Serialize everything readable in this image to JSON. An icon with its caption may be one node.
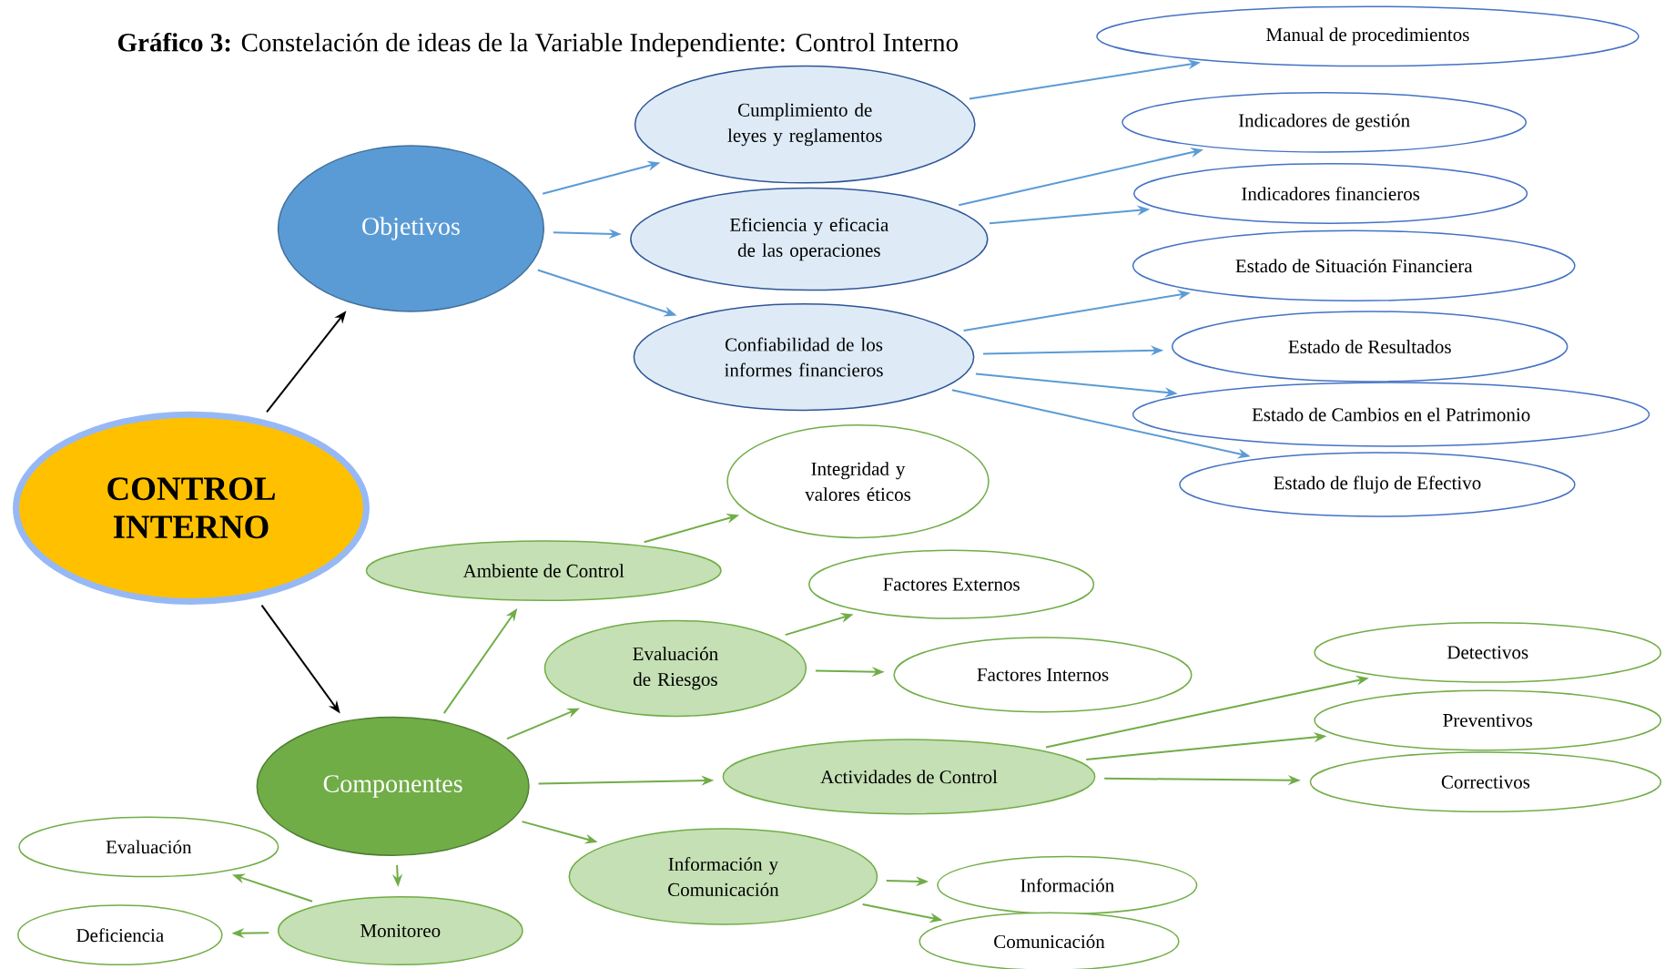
{
  "diagram": {
    "title": "**Gráfico 3:** Constelación de ideas de la Variable Independiente: Control Interno",
    "nodes": [
      {
        "text": [
          "CONTROL INTERNO"
        ]
      },
      {
        "text": [
          "Objetivos"
        ]
      },
      {
        "text": [
          "Cumplimiento de leyes y reglamentos"
        ]
      },
      {
        "text": [
          "Eficiencia y eficacia de las operaciones"
        ]
      },
      {
        "text": [
          "Confiabilidad de los informes financieros"
        ]
      },
      {
        "text": [
          "Manual de procedimientos"
        ]
      },
      {
        "text": [
          "Indicadores de gestión"
        ]
      },
      {
        "text": [
          "Indicadores financieros"
        ]
      },
      {
        "text": [
          "Estado de Situación Financiera"
        ]
      },
      {
        "text": [
          "Estado de Resultados"
        ]
      },
      {
        "text": [
          "Estado de Cambios en el Patrimonio"
        ]
      },
      {
        "text": [
          "Estado de flujo de Efectivo"
        ]
      },
      {
        "text": [
          "Componentes"
        ]
      },
      {
        "text": [
          "Ambiente de Control"
        ]
      },
      {
        "text": [
          "Integridad y valores éticos"
        ]
      },
      {
        "text": [
          "Evaluación de Riesgos"
        ]
      },
      {
        "text": [
          "Factores Externos"
        ]
      },
      {
        "text": [
          "Factores Internos"
        ]
      },
      {
        "text": [
          "Actividades de Control"
        ]
      },
      {
        "text": [
          "Detectivos"
        ]
      },
      {
        "text": [
          "Preventivos"
        ]
      },
      {
        "text": [
          "Correctivos"
        ]
      },
      {
        "text": [
          "Información y Comunicación"
        ]
      },
      {
        "text": [
          "Información"
        ]
      },
      {
        "text": [
          "Comunicación"
        ]
      },
      {
        "text": [
          "Monitoreo"
        ]
      },
      {
        "text": [
          "Evaluación"
        ]
      },
      {
        "text": [
          "Deficiencia"
        ]
      }
    ],
    "edges": [
      {
        "from": 0,
        "to": 1,
        "arrow": "to",
        "color": "#000000"
      },
      {
        "from": 0,
        "to": 12,
        "arrow": "to",
        "color": "#000000"
      },
      {
        "from": 1,
        "to": 2,
        "arrow": "to",
        "color": "#5b9bd5"
      },
      {
        "from": 1,
        "to": 3,
        "arrow": "to",
        "color": "#5b9bd5"
      },
      {
        "from": 1,
        "to": 4,
        "arrow": "to",
        "color": "#5b9bd5"
      },
      {
        "from": 2,
        "to": 5,
        "arrow": "to",
        "color": "#5b9bd5"
      },
      {
        "from": 3,
        "to": 6,
        "arrow": "to",
        "color": "#5b9bd5"
      },
      {
        "from": 3,
        "to": 7,
        "arrow": "to",
        "color": "#5b9bd5"
      },
      {
        "from": 4,
        "to": 8,
        "arrow": "to",
        "color": "#5b9bd5"
      },
      {
        "from": 4,
        "to": 9,
        "arrow": "to",
        "color": "#5b9bd5"
      },
      {
        "from": 4,
        "to": 10,
        "arrow": "to",
        "color": "#5b9bd5"
      },
      {
        "from": 4,
        "to": 11,
        "arrow": "to",
        "color": "#5b9bd5"
      },
      {
        "from": 12,
        "to": 13,
        "arrow": "to"
      },
      {
        "from": 12,
        "to": 15,
        "arrow": "to"
      },
      {
        "from": 12,
        "to": 18,
        "arrow": "to"
      },
      {
        "from": 12,
        "to": 22,
        "arrow": "to"
      },
      {
        "from": 12,
        "to": 25,
        "arrow": "to"
      },
      {
        "from": 13,
        "to": 14,
        "arrow": "to"
      },
      {
        "from": 15,
        "to": 16,
        "arrow": "to"
      },
      {
        "from": 15,
        "to": 17,
        "arrow": "to"
      },
      {
        "from": 18,
        "to": 19,
        "arrow": "to"
      },
      {
        "from": 18,
        "to": 20,
        "arrow": "to"
      },
      {
        "from": 18,
        "to": 21,
        "arrow": "to"
      },
      {
        "from": 22,
        "to": 23,
        "arrow": "to"
      },
      {
        "from": 22,
        "to": 24,
        "arrow": "to"
      },
      {
        "from": 25,
        "to": 26,
        "arrow": "to"
      },
      {
        "from": 25,
        "to": 27,
        "arrow": "to"
      }
    ]
  }
}
